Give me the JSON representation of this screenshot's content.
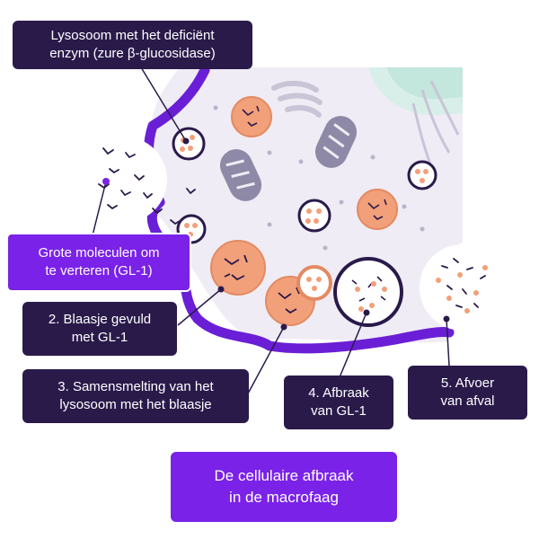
{
  "labels": {
    "lysosome": "Lysosoom met het deficiënt\nenzym (zure β-glucosidase)",
    "molecules": "Grote moleculen om\nte verteren (GL-1)",
    "step2": "2. Blaasje gevuld\nmet GL-1",
    "step3": "3. Samensmelting van het\nlysosoom met het blaasje",
    "step4": "4. Afbraak\nvan GL-1",
    "step5": "5. Afvoer\nvan afval"
  },
  "title": "De cellulaire afbraak\nin de macrofaag",
  "colors": {
    "dark_label": "#2a1a4a",
    "accent_purple": "#7a22e8",
    "membrane": "#6a1fd6",
    "cytoplasm": "#efecf5",
    "vesicle": "#f2a07a",
    "lysosome_fill": "#ffffff"
  }
}
